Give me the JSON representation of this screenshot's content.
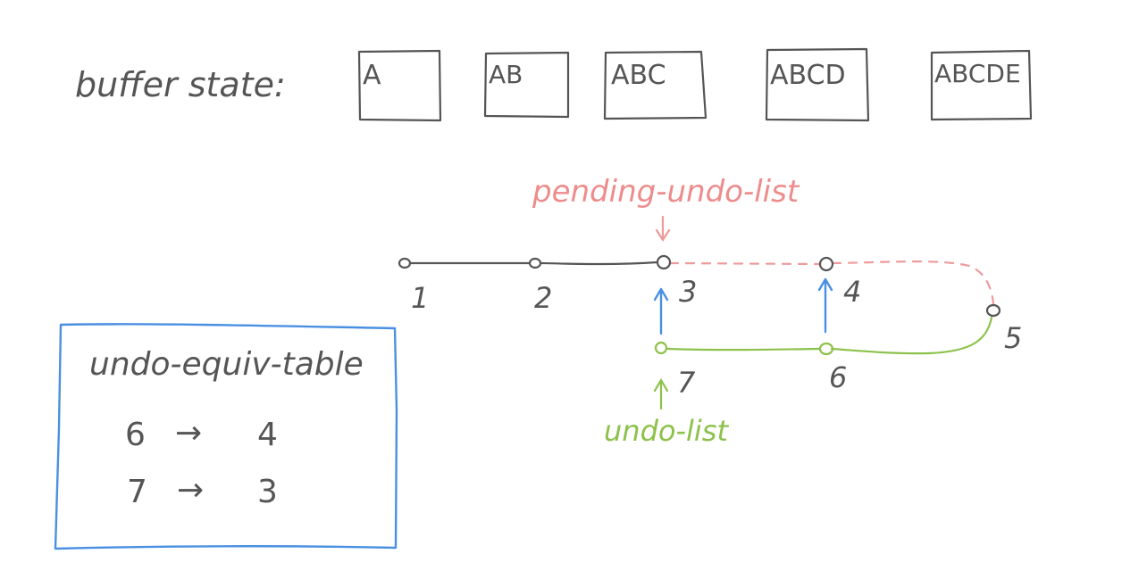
{
  "buffer": {
    "label": "buffer state:",
    "states": [
      "A",
      "AB",
      "ABC",
      "ABCD",
      "ABCDE"
    ]
  },
  "pending_label": "pending-undo-list",
  "undo_label": "undo-list",
  "nodes": [
    {
      "id": "1",
      "label": "1"
    },
    {
      "id": "2",
      "label": "2"
    },
    {
      "id": "3",
      "label": "3"
    },
    {
      "id": "4",
      "label": "4"
    },
    {
      "id": "5",
      "label": "5"
    },
    {
      "id": "6",
      "label": "6"
    },
    {
      "id": "7",
      "label": "7"
    }
  ],
  "table": {
    "title": "undo-equiv-table",
    "rows": [
      {
        "from": "6",
        "arrow": "→",
        "to": "4"
      },
      {
        "from": "7",
        "arrow": "→",
        "to": "3"
      }
    ]
  },
  "colors": {
    "ink": "#555555",
    "pending": "#ee8c8c",
    "undo": "#8dc14b",
    "equiv": "#4a90e2"
  }
}
